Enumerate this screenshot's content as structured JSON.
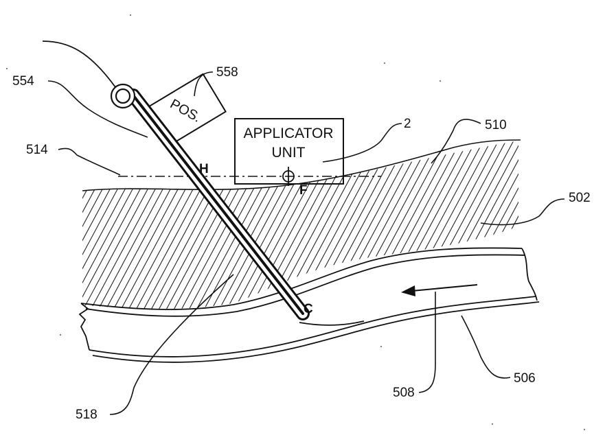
{
  "figure": {
    "reference_numerals": {
      "r554": "554",
      "r558": "558",
      "r514": "514",
      "r2": "2",
      "r510": "510",
      "r502": "502",
      "r518": "518",
      "r508": "508",
      "r506": "506"
    },
    "applicator_box": {
      "line1": "APPLICATOR",
      "line2": "UNIT"
    },
    "position_box_label": "POS.",
    "point_labels": {
      "H": "H",
      "F": "F",
      "C": "C"
    }
  }
}
